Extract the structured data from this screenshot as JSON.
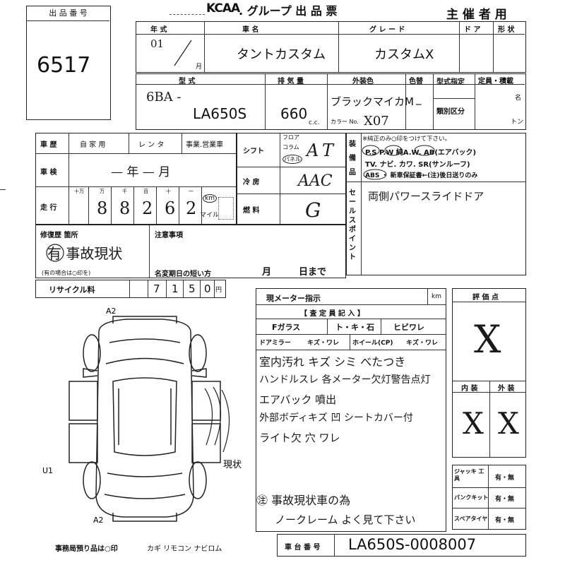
{
  "header": {
    "lot_label": "出 品 番 号",
    "lot_number": "6517",
    "brand": "KCAA",
    "title": ". グループ 出 品 票",
    "organizer": "主 催 者 用"
  },
  "row1": {
    "year_label": "年 式",
    "year_value": "01",
    "month_mark": "月",
    "model_label": "車 名",
    "model_value": "タントカスタム",
    "grade_label": "グ レ ー ド",
    "grade_value": "カスタムX",
    "door_label": "ド ア",
    "shape_label": "形 状"
  },
  "row2": {
    "type_label": "型 式",
    "type_prefix": "6BA -",
    "type_value": "LA650S",
    "disp_label": "排 気 量",
    "disp_value": "660",
    "cc": "c.c.",
    "color_label": "外装色",
    "color_value": "ブラックマイカM",
    "color_change_label": "色替",
    "color_change_value": "_",
    "color_no_label": "カラー No.",
    "color_no_value": "X07",
    "designation_label": "型式指定",
    "class_label": "類別区分",
    "capacity_label": "定員・積載",
    "persons": "名",
    "tons": "トン"
  },
  "history": {
    "label": "車 歴",
    "own": "自 家 用",
    "rental": "レ ン タ",
    "business": "事業.営業車"
  },
  "inspection": {
    "label": "車 検",
    "value": "— 年 — 月"
  },
  "mileage": {
    "label": "走 行",
    "units": [
      "十万",
      "万",
      "千",
      "百",
      "十",
      "一"
    ],
    "digits": [
      "8",
      "8",
      "2",
      "6",
      "2"
    ],
    "km": "km",
    "mile": "マイル"
  },
  "shift": {
    "label": "シフト",
    "floor": "フロア",
    "column": "コラム",
    "panel": "パネル",
    "value": "AT"
  },
  "ac": {
    "label": "冷 房",
    "value": "AAC"
  },
  "fuel": {
    "label": "燃 料",
    "value": "G"
  },
  "equipment": {
    "label": "装備品",
    "note": "※純正のみ○印をつけて下さい。",
    "line1": "P.S  P.W  純A.W.  AB(エアバック)",
    "line2": "TV. ナビ. カワ. SR(サンルーフ)",
    "line3": "ABS ・ 新車保証書←(注)後日送りのみ"
  },
  "sales_point": {
    "label": "セールスポイント",
    "value": "両側パワースライドドア"
  },
  "repair": {
    "label": "修復歴 箇所",
    "value": "有 事故現状",
    "note": "(有の場合は○印を)"
  },
  "caution": {
    "label": "注意事項",
    "name_change": "名変期日の短い方",
    "month": "月",
    "day": "日まで"
  },
  "recycle": {
    "label": "リサイクル料",
    "digits": [
      "7",
      "1",
      "5",
      "0"
    ],
    "yen": "円"
  },
  "meter": {
    "label": "現メーター指示",
    "km": "km"
  },
  "inspector": {
    "label": "【 査 定 員 記 入 】",
    "f_glass": "Fガラス",
    "glass_options": "ト・キ・石",
    "crack": "ヒビワレ",
    "door_mirror": "ドアミラー",
    "door_mirror_opt": "キズ・ワレ",
    "wheel": "ホイール(CP)",
    "wheel_opt": "キズ・ワレ",
    "notes": [
      "室内汚れ キズ シミ べたつき",
      "ハンドルスレ 各メーター欠灯警告点灯",
      "エアバック 噴出",
      "外部ボディキズ 凹 シートカバー付",
      "ライト欠 穴 ワレ",
      "㊟ 事故現状車の為",
      "ノークレーム よく見て下さい"
    ]
  },
  "diagram": {
    "a2_top": "A2",
    "a2_bottom": "A2",
    "u1": "U1",
    "condition": "現状",
    "mark": "// //"
  },
  "office": {
    "label": "事務局預り品は○印",
    "items": "カギ リモコン ナビロム"
  },
  "chassis": {
    "label": "車 台 番 号",
    "value": "LA650S-0008007"
  },
  "rating": {
    "label": "評 価 点",
    "value": "X",
    "interior_label": "内 装",
    "exterior_label": "外 装",
    "interior_value": "X",
    "exterior_value": "X"
  },
  "tools": {
    "jack": "ジャッキ 工具",
    "puncture": "パンクキット",
    "spare": "スペアタイヤ",
    "option": "有・無"
  }
}
